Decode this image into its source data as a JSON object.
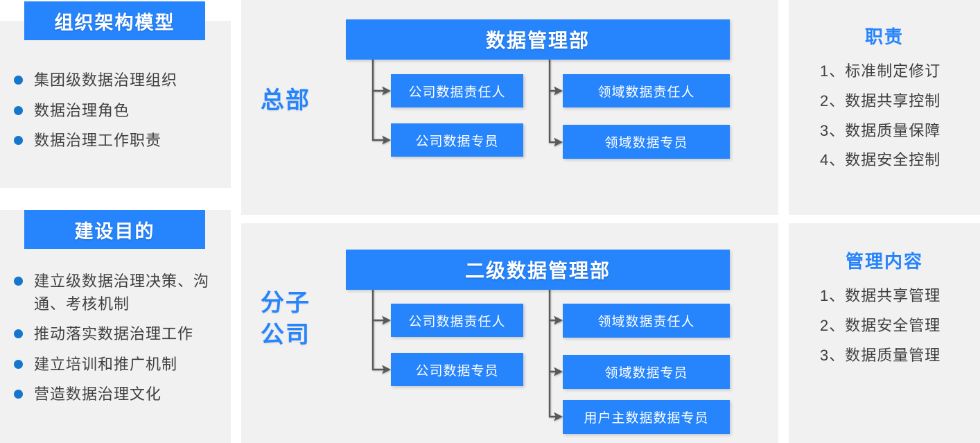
{
  "colors": {
    "brand_blue": "#2684fc",
    "panel_gray": "#f1f1f1",
    "bullet_blue": "#1577cc",
    "text_dark": "#3f3f3f",
    "connector_gray": "#595959"
  },
  "left": {
    "section1": {
      "badge": "组织架构模型",
      "items": [
        "集团级数据治理组织",
        "数据治理角色",
        "数据治理工作职责"
      ]
    },
    "section2": {
      "badge": "建设目的",
      "items": [
        "建立级数据治理决策、沟通、考核机制",
        "推动落实数据治理工作",
        "建立培训和推广机制",
        "营造数据治理文化"
      ]
    }
  },
  "center": {
    "section1": {
      "side_label": "总部",
      "head": "数据管理部",
      "left_branch": [
        "公司数据责任人",
        "公司数据专员"
      ],
      "right_branch": [
        "领域数据责任人",
        "领域数据专员"
      ]
    },
    "section2": {
      "side_label": "分子\n公司",
      "side_label_line1": "分子",
      "side_label_line2": "公司",
      "head": "二级数据管理部",
      "left_branch": [
        "公司数据责任人",
        "公司数据专员"
      ],
      "right_branch": [
        "领域数据责任人",
        "领域数据专员",
        "用户主数据数据专员"
      ]
    }
  },
  "right": {
    "section1": {
      "title": "职责",
      "items": [
        "1、标准制定修订",
        "2、数据共享控制",
        "3、数据质量保障",
        "4、数据安全控制"
      ]
    },
    "section2": {
      "title": "管理内容",
      "items": [
        "1、数据共享管理",
        "2、数据安全管理",
        "3、数据质量管理"
      ]
    }
  }
}
